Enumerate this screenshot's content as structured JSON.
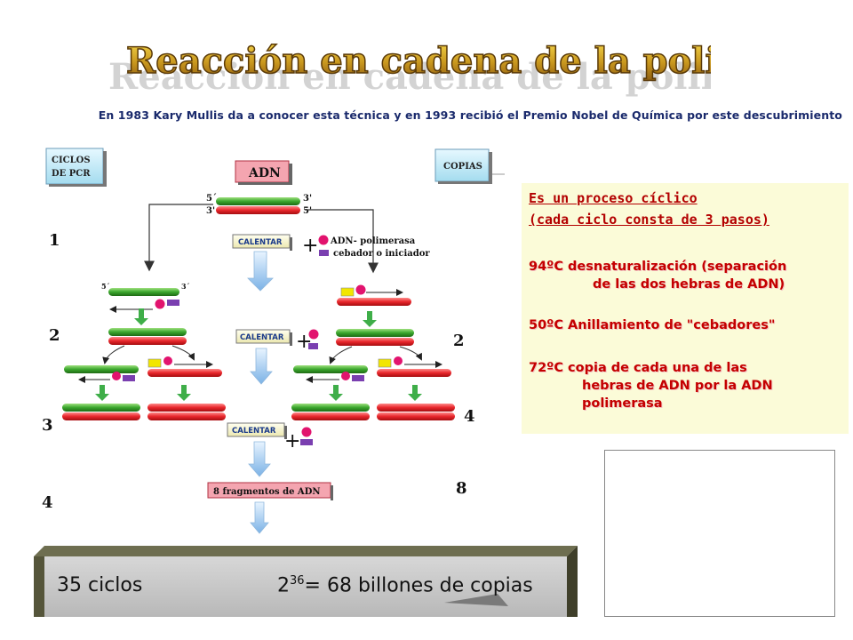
{
  "title": "Reacción en cadena de la polimerasa (PCR)",
  "subtitle": "En 1983 Kary Mullis da a conocer esta técnica y en 1993 recibió el Premio Nobel de Química por este descubrimiento",
  "diagram": {
    "ciclos_label_1": "CICLOS",
    "ciclos_label_2": "DE PCR",
    "copias_label": "COPIAS",
    "adn_label": "ADN",
    "strand_5_left": "5´",
    "strand_3_left": "3'",
    "strand_3_right": "3'",
    "strand_5_right": "5'",
    "calentar_label": "CALENTAR",
    "plus": "+",
    "legend_polimerasa": "ADN- polimerasa",
    "legend_cebador": "cebador o iniciador",
    "cycle_numbers": [
      "1",
      "2",
      "3",
      "4"
    ],
    "copy_numbers": [
      "2",
      "4",
      "8"
    ],
    "fragmentos_label": "8 fragmentos de ADN",
    "small_5": "5´",
    "small_3": "3´"
  },
  "info": {
    "head1": "Es un proceso cíclico",
    "head2": "(cada ciclo consta de 3 pasos)",
    "step1a": "94ºC  desnaturalización (separación",
    "step1b": "de las dos hebras de ADN)",
    "step2": "50ºC Anillamiento de \"cebadores\"",
    "step3a": "72ºC copia de cada una de las",
    "step3b": "hebras de ADN por la ADN",
    "step3c": "polimerasa"
  },
  "bottom": {
    "ciclos": "35 ciclos",
    "base": "2",
    "exponent": "36",
    "result": "= 68 billones de copias"
  },
  "colors": {
    "strand_red": "#e8262b",
    "strand_green": "#3aa62d",
    "polimerasa": "#e2136e",
    "cebador": "#7a3fb0",
    "arrow_green": "#3fae49",
    "info_text": "#c40000"
  }
}
